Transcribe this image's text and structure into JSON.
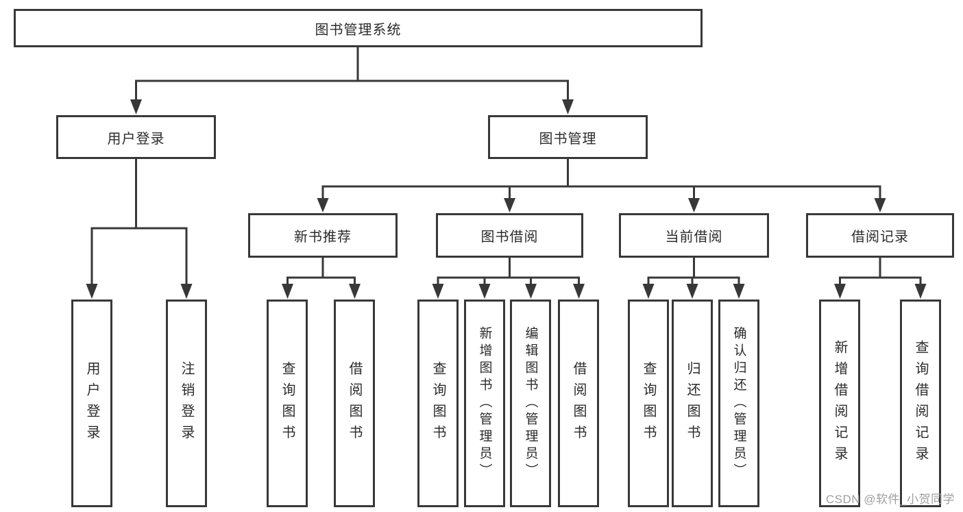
{
  "diagram": {
    "root": "图书管理系统",
    "level2": [
      "用户登录",
      "图书管理"
    ],
    "level3": [
      "新书推荐",
      "图书借阅",
      "当前借阅",
      "借阅记录"
    ],
    "leaves": {
      "user_login": [
        "用户登录",
        "注销登录"
      ],
      "new_book": [
        "查询图书",
        "借阅图书"
      ],
      "book_borrow": [
        "查询图书",
        "新增图书（管理员）",
        "编辑图书（管理员）",
        "借阅图书"
      ],
      "current_borrow": [
        "查询图书",
        "归还图书",
        "确认归还（管理员）"
      ],
      "borrow_records": [
        "新增借阅记录",
        "查询借阅记录"
      ]
    }
  },
  "watermark": "CSDN @软件_小贺同学",
  "colors": {
    "line": "#383838",
    "text": "#2b2b2b",
    "box_bg": "#ffffff",
    "watermark": "#9e9e9e",
    "bg": "#ffffff"
  }
}
